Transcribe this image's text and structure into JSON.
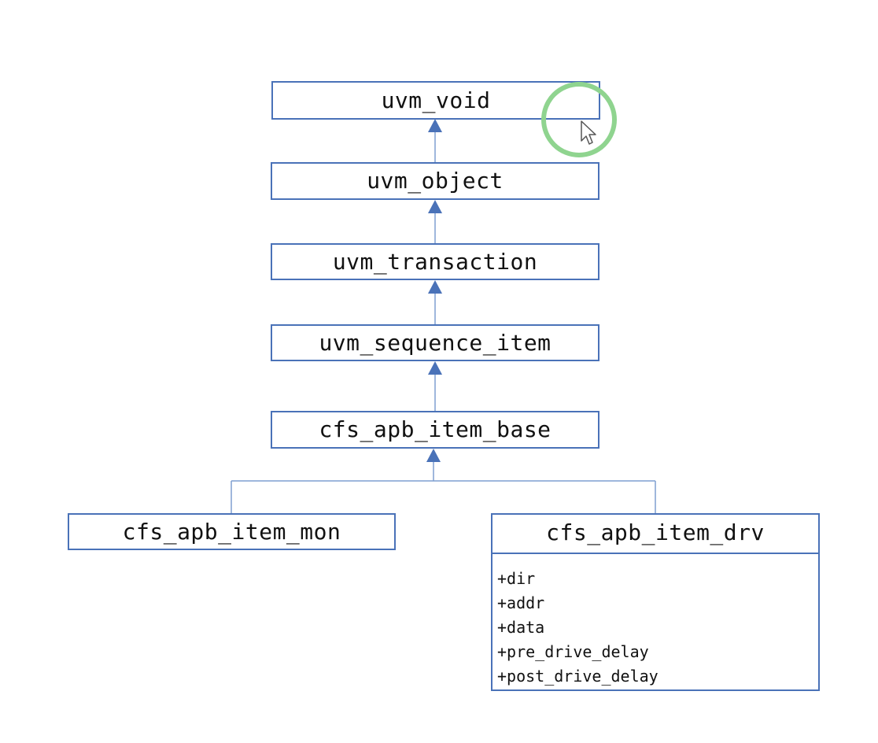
{
  "diagram": {
    "classes": [
      {
        "id": "uvm_void",
        "label": "uvm_void"
      },
      {
        "id": "uvm_object",
        "label": "uvm_object"
      },
      {
        "id": "uvm_transaction",
        "label": "uvm_transaction"
      },
      {
        "id": "uvm_sequence_item",
        "label": "uvm_sequence_item"
      },
      {
        "id": "cfs_apb_item_base",
        "label": "cfs_apb_item_base"
      },
      {
        "id": "cfs_apb_item_mon",
        "label": "cfs_apb_item_mon"
      },
      {
        "id": "cfs_apb_item_drv",
        "label": "cfs_apb_item_drv",
        "attributes": [
          "+dir",
          "+addr",
          "+data",
          "+pre_drive_delay",
          "+post_drive_delay"
        ]
      }
    ],
    "inheritance": [
      {
        "child": "uvm_object",
        "parent": "uvm_void"
      },
      {
        "child": "uvm_transaction",
        "parent": "uvm_object"
      },
      {
        "child": "uvm_sequence_item",
        "parent": "uvm_transaction"
      },
      {
        "child": "cfs_apb_item_base",
        "parent": "uvm_sequence_item"
      },
      {
        "child": "cfs_apb_item_mon",
        "parent": "cfs_apb_item_base"
      },
      {
        "child": "cfs_apb_item_drv",
        "parent": "cfs_apb_item_base"
      }
    ],
    "colors": {
      "box_border": "#4a72b8",
      "arrow": "#4a72b8",
      "connector_line": "#7f9fd0",
      "cursor_highlight": "#8fd48f"
    }
  }
}
